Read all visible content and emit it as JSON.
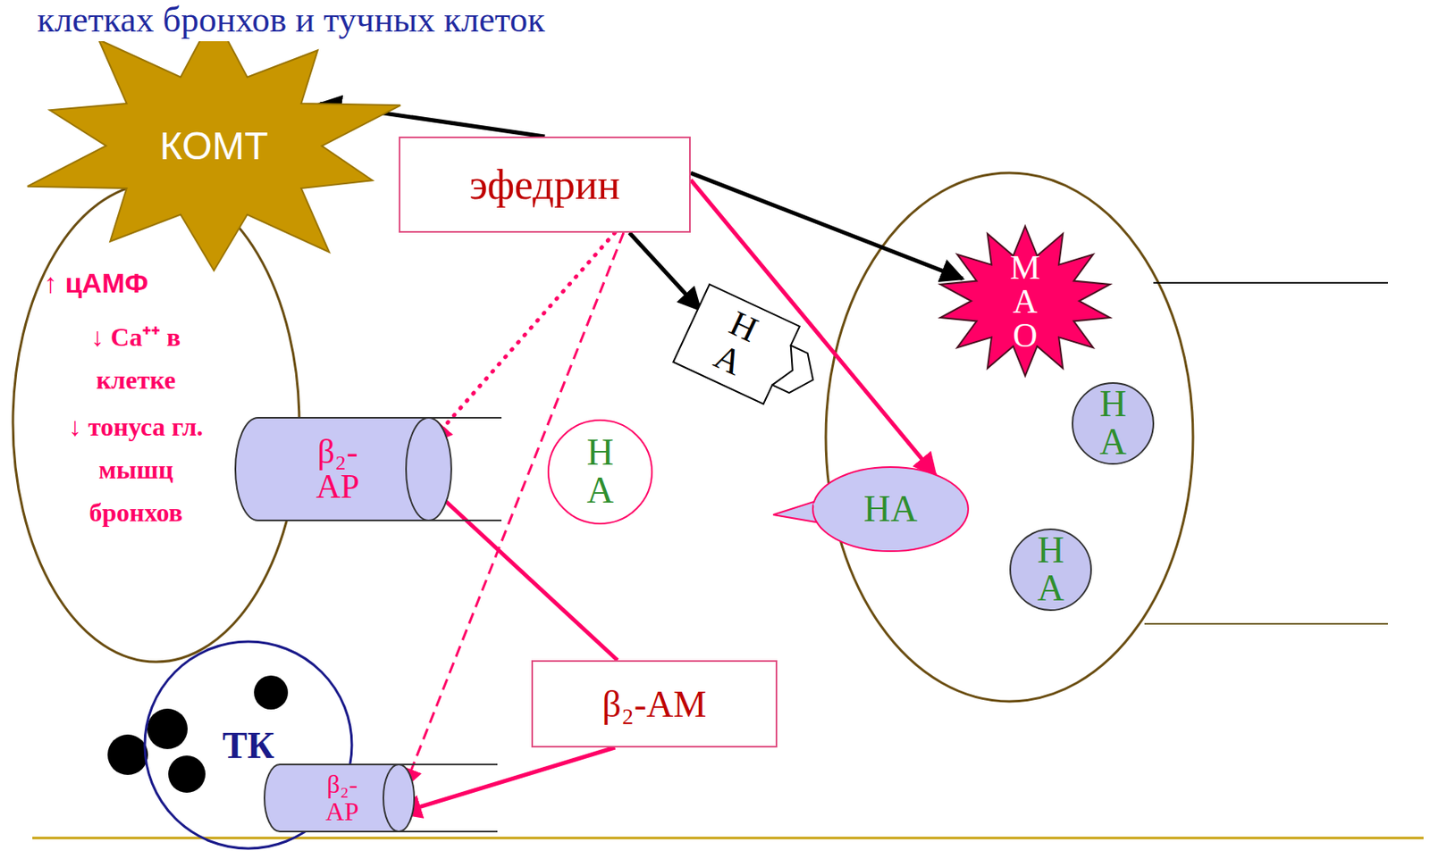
{
  "diagram": {
    "title": "клетках бронхов и тучных клеток",
    "nodes": [
      {
        "text": [
          "КОМТ"
        ]
      },
      {
        "text": [
          "эфедрин"
        ]
      },
      {
        "text": [
          "↑ цАМФ",
          "↓ Ca⁺⁺ в клетке",
          "↓ тонуса гл. мышц бронхов"
        ]
      },
      {
        "text": [
          "β₂-АР"
        ],
        "in": 2
      },
      {
        "text": [
          "Н А"
        ]
      },
      {
        "text": [
          "Н А"
        ]
      },
      {
        "text": [
          "М А О"
        ]
      },
      {
        "text": [
          "Н А"
        ]
      },
      {
        "text": [
          "Н А"
        ]
      },
      {
        "text": [
          "НА"
        ]
      },
      {
        "text": [
          "β₂-АМ"
        ]
      },
      {
        "text": [
          "ТК"
        ]
      },
      {
        "text": [
          "β₂-АР"
        ],
        "in": 11
      }
    ],
    "edges": [
      {
        "from": 1,
        "to": 0,
        "arrow": "to"
      },
      {
        "from": 1,
        "to": 6,
        "arrow": "to"
      },
      {
        "from": 1,
        "to": 4,
        "arrow": "to"
      },
      {
        "from": 1,
        "to": 9,
        "arrow": "to"
      },
      {
        "from": 1,
        "to": 3,
        "arrow": "to"
      },
      {
        "from": 1,
        "to": 12,
        "arrow": "to"
      },
      {
        "from": 10,
        "to": 3,
        "arrow": "to"
      },
      {
        "from": 10,
        "to": 12,
        "arrow": "to"
      }
    ]
  }
}
